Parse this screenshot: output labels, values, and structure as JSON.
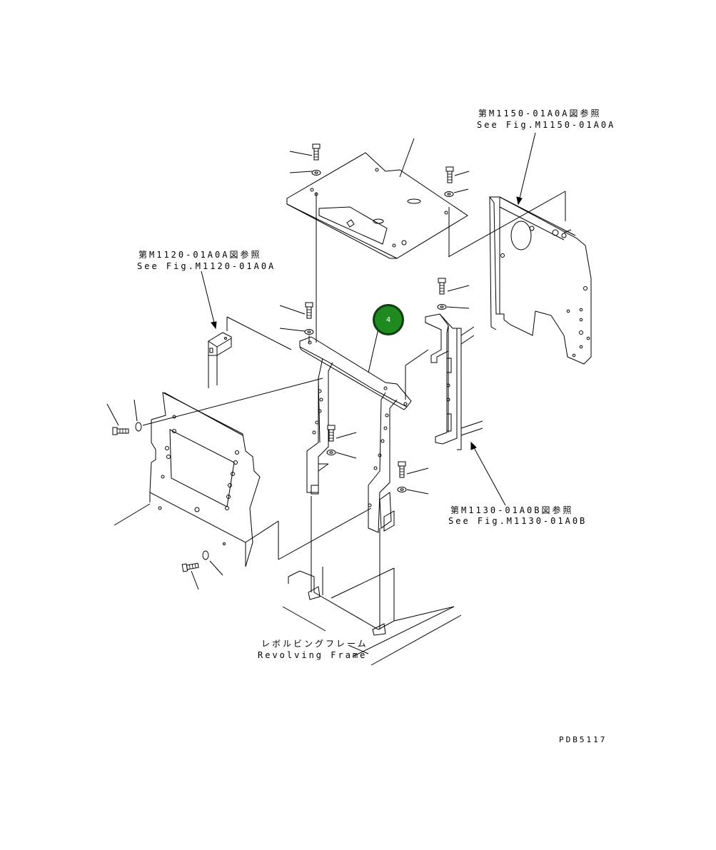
{
  "references": {
    "m1150": {
      "jp": "第M1150-01A0A図参照",
      "en": "See Fig.M1150-01A0A"
    },
    "m1120": {
      "jp": "第M1120-01A0A図参照",
      "en": "See Fig.M1120-01A0A"
    },
    "m1130": {
      "jp": "第M1130-01A0B図参照",
      "en": "See Fig.M1130-01A0B"
    }
  },
  "frame_label": {
    "jp": "レボルビングフレーム",
    "en": "Revolving Frame"
  },
  "callout": {
    "number": "4",
    "color": "#1f8a1f"
  },
  "drawing_code": "PDB5117"
}
